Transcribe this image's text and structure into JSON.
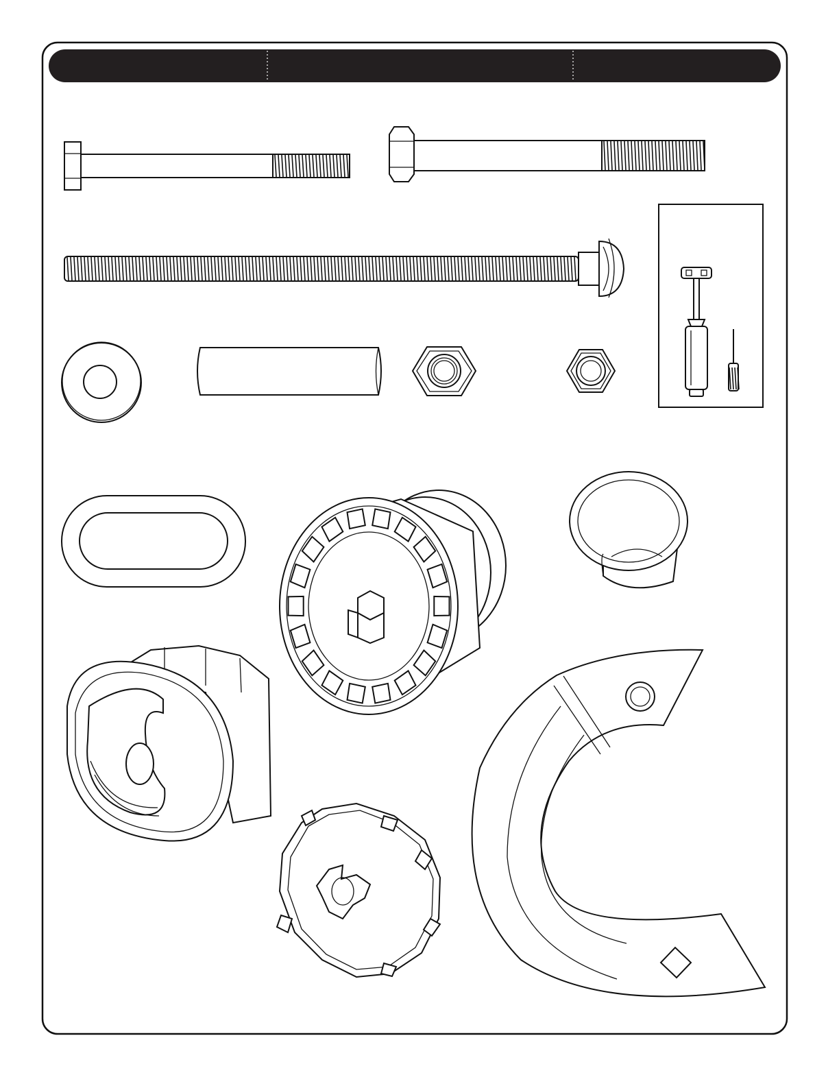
{
  "header": {
    "columns": [
      {
        "label": ""
      },
      {
        "label": ""
      },
      {
        "label": ""
      }
    ]
  },
  "colors": {
    "ink": "#111111",
    "paper": "#ffffff",
    "header_bar": "#231f20"
  },
  "parts": [
    {
      "name": "hex-bolt-short"
    },
    {
      "name": "hex-bolt-long"
    },
    {
      "name": "carriage-bolt"
    },
    {
      "name": "tool-kit-pump-and-needle"
    },
    {
      "name": "flat-washer"
    },
    {
      "name": "spacer-tube"
    },
    {
      "name": "hex-nut-large"
    },
    {
      "name": "hex-nut-small"
    },
    {
      "name": "oval-ring"
    },
    {
      "name": "ratchet-wheel-hub"
    },
    {
      "name": "flanged-bushing"
    },
    {
      "name": "pole-clamp-cap"
    },
    {
      "name": "notched-disc-cap"
    },
    {
      "name": "c-shaped-guard-plate"
    }
  ]
}
